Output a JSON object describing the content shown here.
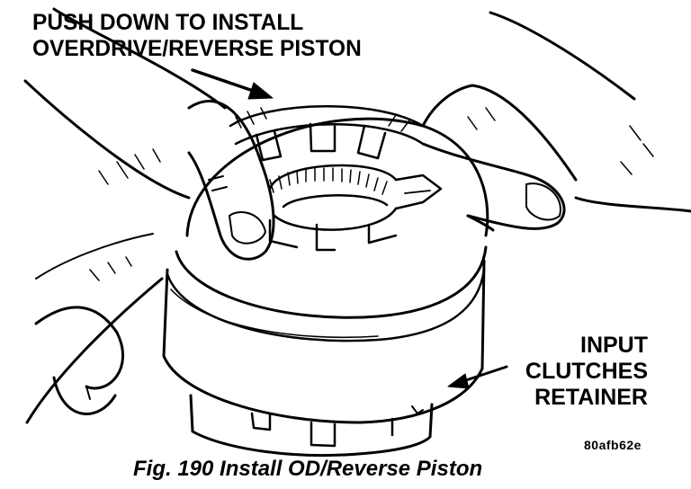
{
  "callouts": {
    "top": [
      "PUSH DOWN TO INSTALL",
      "OVERDRIVE/REVERSE PISTON"
    ],
    "right": [
      "INPUT",
      "CLUTCHES",
      "RETAINER"
    ]
  },
  "image_code": "80afb62e",
  "caption": "Fig. 190 Install OD/Reverse Piston",
  "colors": {
    "ink": "#000000",
    "paper": "#ffffff"
  }
}
